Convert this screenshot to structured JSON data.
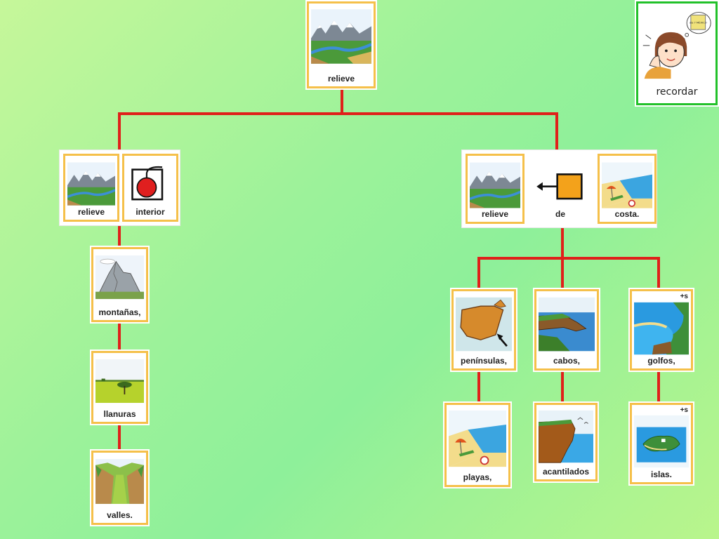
{
  "root": {
    "label": "relieve"
  },
  "reminder": {
    "label": "recordar",
    "note_text": "día ? MÉXICO"
  },
  "interior": {
    "word1": "relieve",
    "word2": "interior"
  },
  "coast": {
    "word1": "relieve",
    "word2": "de",
    "word3": "costa."
  },
  "interior_items": [
    {
      "label": "montañas,"
    },
    {
      "label": "llanuras"
    },
    {
      "label": "valles."
    }
  ],
  "coast_items": [
    {
      "label": "penínsulas,"
    },
    {
      "label": "cabos,"
    },
    {
      "label": "golfos,",
      "marker": "+s"
    },
    {
      "label": "playas,"
    },
    {
      "label": "acantilados"
    },
    {
      "label": "islas.",
      "marker": "+s"
    }
  ],
  "colors": {
    "connector": "#e0201a",
    "card_border": "#f5c04a",
    "reminder_border": "#22c12a"
  }
}
